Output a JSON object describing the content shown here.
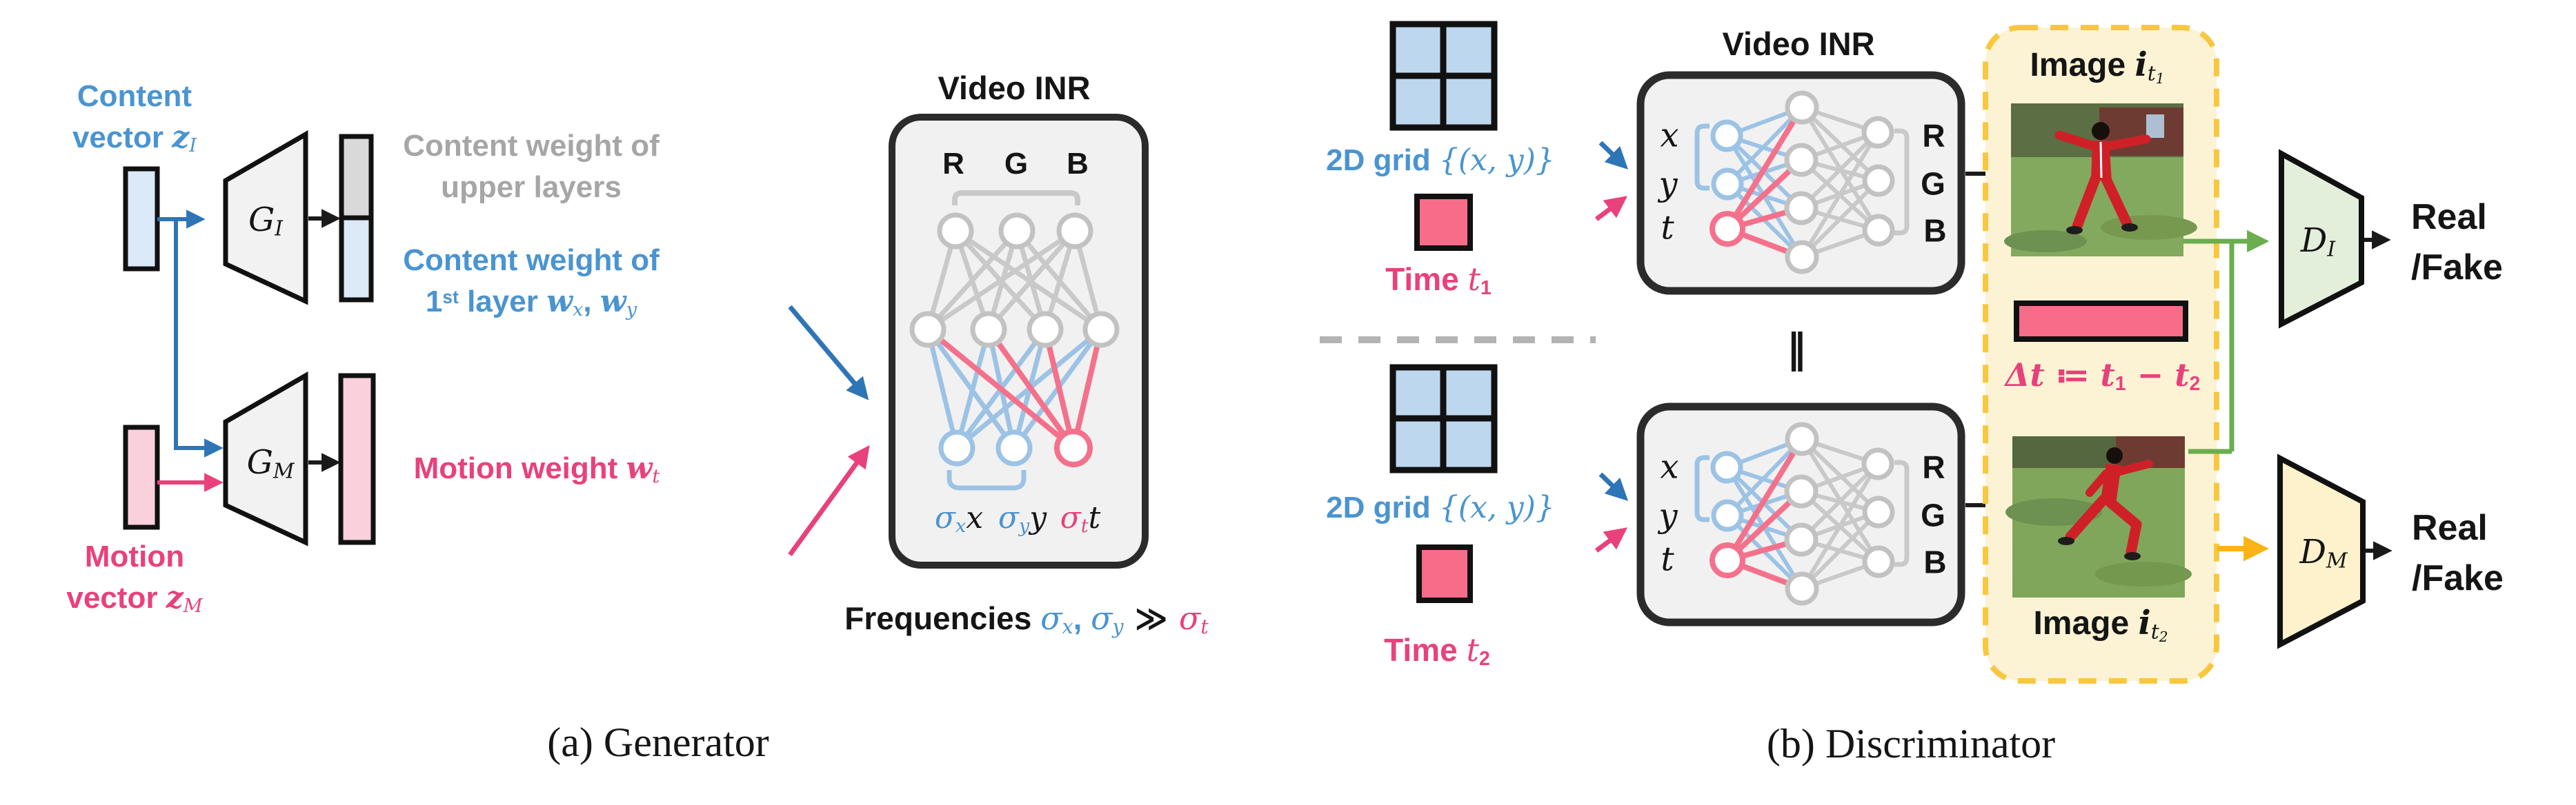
{
  "colors": {
    "blue_text": "#4a94d0",
    "gray_text": "#a6a6a6",
    "pink_text": "#e8417c",
    "arrow_blue": "#2e75b6",
    "node_blue_stroke": "#9cc3e5",
    "node_pink_stroke": "#f4718c",
    "node_gray_stroke": "#c2c2c2",
    "edge_gray": "#c9c9c9",
    "fill_blue_light": "#dbe9f8",
    "fill_pink_light": "#f9d0dc",
    "fill_pink_strong": "#f76d89",
    "grid_cell_blue": "#bdd7ee",
    "inr_box_fill": "#f1f1f1",
    "inr_box_border": "#2b2b2b",
    "green_line": "#6aae4e",
    "orange_arrow": "#fcb315",
    "d_image_fill": "#e3efdb",
    "d_motion_fill": "#fdf2cc",
    "yellow_box_fill": "#fcf3d4",
    "yellow_box_border": "#f9c73f",
    "gray_bar_fill": "#d9d9d9"
  },
  "panel_a": {
    "caption": "(a) Generator",
    "content_vector_label": {
      "line1": "Content",
      "line2_prefix": "vector ",
      "symbol": "z",
      "sub": "I"
    },
    "motion_vector_label": {
      "line1": "Motion",
      "line2_prefix": "vector ",
      "symbol": "z",
      "sub": "M"
    },
    "g_image": {
      "symbol": "G",
      "sub": "I"
    },
    "g_motion": {
      "symbol": "G",
      "sub": "M"
    },
    "upper_weight_label": {
      "line1": "Content weight of",
      "line2": "upper layers"
    },
    "first_layer_label": {
      "line1": "Content weight of",
      "num": "1",
      "ordinal": "st",
      "rest": " layer ",
      "w1": "w",
      "w1_sub": "x",
      "sep": ", ",
      "w2": "w",
      "w2_sub": "y"
    },
    "motion_weight_label": {
      "prefix": "Motion weight ",
      "symbol": "w",
      "sub": "t"
    },
    "inr_title": "Video INR",
    "inr_outputs": [
      "R",
      "G",
      "B"
    ],
    "inr_inputs": [
      {
        "sigma": "σ",
        "sigma_sub": "x",
        "variable": "x"
      },
      {
        "sigma": "σ",
        "sigma_sub": "y",
        "variable": "y"
      },
      {
        "sigma": "σ",
        "sigma_sub": "t",
        "variable": "t"
      }
    ],
    "frequencies_label": {
      "prefix": "Frequencies ",
      "s1": "σ",
      "s1_sub": "x",
      "sep": ", ",
      "s2": "σ",
      "s2_sub": "y",
      "relation": " ≫ ",
      "s3": "σ",
      "s3_sub": "t"
    }
  },
  "panel_b": {
    "caption": "(b) Discriminator",
    "grid_label": {
      "prefix": "2D grid ",
      "math": "{(x, y)}"
    },
    "time1_label": {
      "prefix": "Time ",
      "symbol": "t",
      "sub": "1"
    },
    "time2_label": {
      "prefix": "Time ",
      "symbol": "t",
      "sub": "2"
    },
    "inr_title": "Video INR",
    "inr_input_labels": [
      "x",
      "y",
      "t"
    ],
    "inr_output_labels": [
      "R",
      "G",
      "B"
    ],
    "equivalence": "‖",
    "image1_label": {
      "prefix": "Image ",
      "symbol": "i",
      "sub": "t",
      "subsub": "1"
    },
    "image2_label": {
      "prefix": "Image ",
      "symbol": "i",
      "sub": "t",
      "subsub": "2"
    },
    "delta_label": {
      "lhs": "Δt",
      "assign": " ≔ ",
      "t1": "t",
      "t1_sub": "1",
      "minus": " − ",
      "t2": "t",
      "t2_sub": "2"
    },
    "d_image": {
      "symbol": "D",
      "sub": "I"
    },
    "d_motion": {
      "symbol": "D",
      "sub": "M"
    },
    "real_fake_top": {
      "line1": "Real",
      "line2": "/Fake"
    },
    "real_fake_bottom": {
      "line1": "Real",
      "line2": "/Fake"
    }
  }
}
